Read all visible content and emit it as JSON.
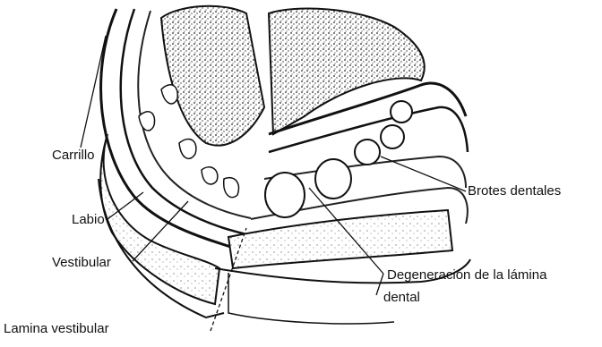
{
  "labels": {
    "carrillo": "Carrillo",
    "labio": "Labio",
    "vestibular": "Vestibular",
    "lamina_vestibular": "Lamina vestibular",
    "brotes_dentales": "Brotes dentales",
    "degeneracion_line1": "Degeneración de la lámina",
    "degeneracion_line2": "dental"
  }
}
